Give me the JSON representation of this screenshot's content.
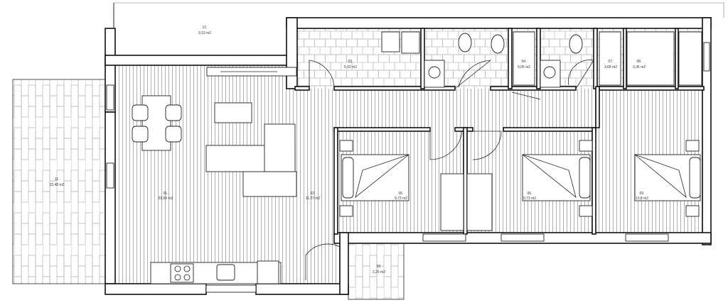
{
  "rooms": [
    {
      "num": "01.",
      "area": "29,09 m2",
      "name": "living-dining-kitchen"
    },
    {
      "num": "02.",
      "area": "11,27 m2",
      "name": "hall"
    },
    {
      "num": "03.",
      "area": "5,52 m2",
      "name": "bathroom-1"
    },
    {
      "num": "04.",
      "area": "5,05 m2",
      "name": "bathroom-2"
    },
    {
      "num": "05.",
      "area": "9,73 m2",
      "name": "bedroom-1"
    },
    {
      "num": "06.",
      "area": "9,73 m2",
      "name": "bedroom-2"
    },
    {
      "num": "07.",
      "area": "3,68 m2",
      "name": "closet-1"
    },
    {
      "num": "08.",
      "area": "3,36 m2",
      "name": "closet-2"
    },
    {
      "num": "09.",
      "area": "13,8 m2",
      "name": "bedroom-3"
    },
    {
      "num": "10.",
      "area": "2,25 m2",
      "name": "terrace-small"
    },
    {
      "num": "11.",
      "area": "12,48 m2",
      "name": "terrace-large"
    },
    {
      "num": "12.",
      "area": "9,10 m2",
      "name": "balcony"
    }
  ],
  "colors": {
    "wall": "#111111",
    "hatch": "#9a9a9a",
    "background": "#ffffff"
  }
}
